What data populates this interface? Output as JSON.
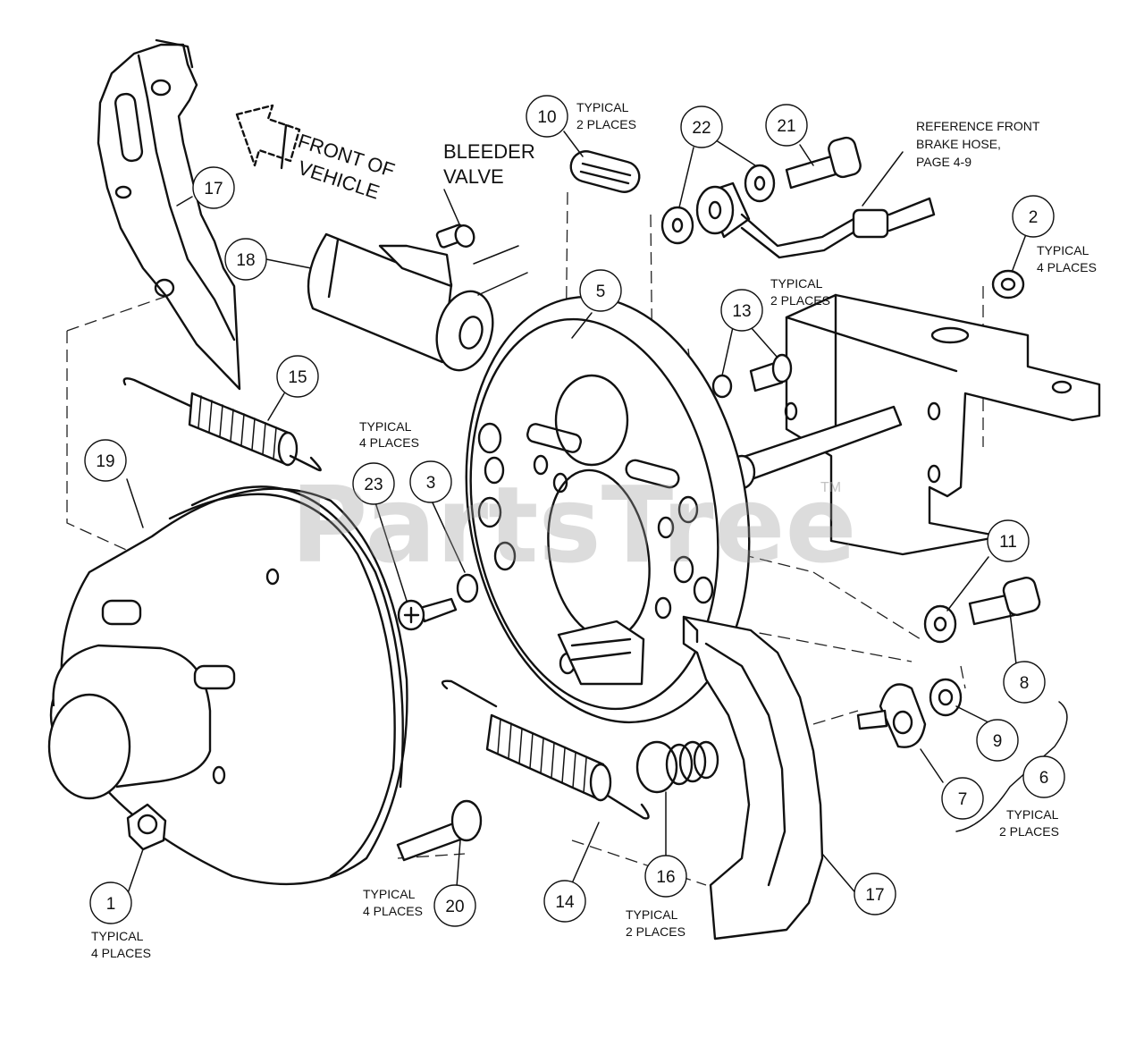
{
  "watermark": {
    "text": "PartsTree",
    "tm": "TM"
  },
  "callouts": [
    {
      "id": "c1",
      "label": "1"
    },
    {
      "id": "c2",
      "label": "2"
    },
    {
      "id": "c3",
      "label": "3"
    },
    {
      "id": "c5",
      "label": "5"
    },
    {
      "id": "c6",
      "label": "6"
    },
    {
      "id": "c7",
      "label": "7"
    },
    {
      "id": "c8",
      "label": "8"
    },
    {
      "id": "c9",
      "label": "9"
    },
    {
      "id": "c10",
      "label": "10"
    },
    {
      "id": "c11",
      "label": "11"
    },
    {
      "id": "c13",
      "label": "13"
    },
    {
      "id": "c14",
      "label": "14"
    },
    {
      "id": "c15",
      "label": "15"
    },
    {
      "id": "c16",
      "label": "16"
    },
    {
      "id": "c17a",
      "label": "17"
    },
    {
      "id": "c17b",
      "label": "17"
    },
    {
      "id": "c18",
      "label": "18"
    },
    {
      "id": "c19",
      "label": "19"
    },
    {
      "id": "c20",
      "label": "20"
    },
    {
      "id": "c21",
      "label": "21"
    },
    {
      "id": "c22",
      "label": "22"
    },
    {
      "id": "c23",
      "label": "23"
    }
  ],
  "notes": {
    "typical": "TYPICAL",
    "places2": "2 PLACES",
    "places4": "4 PLACES",
    "front_line1": "FRONT OF",
    "front_line2": "VEHICLE",
    "bleeder_line1": "BLEEDER",
    "bleeder_line2": "VALVE",
    "ref_line1": "REFERENCE FRONT",
    "ref_line2": "BRAKE HOSE,",
    "ref_line3": "PAGE 4-9"
  }
}
